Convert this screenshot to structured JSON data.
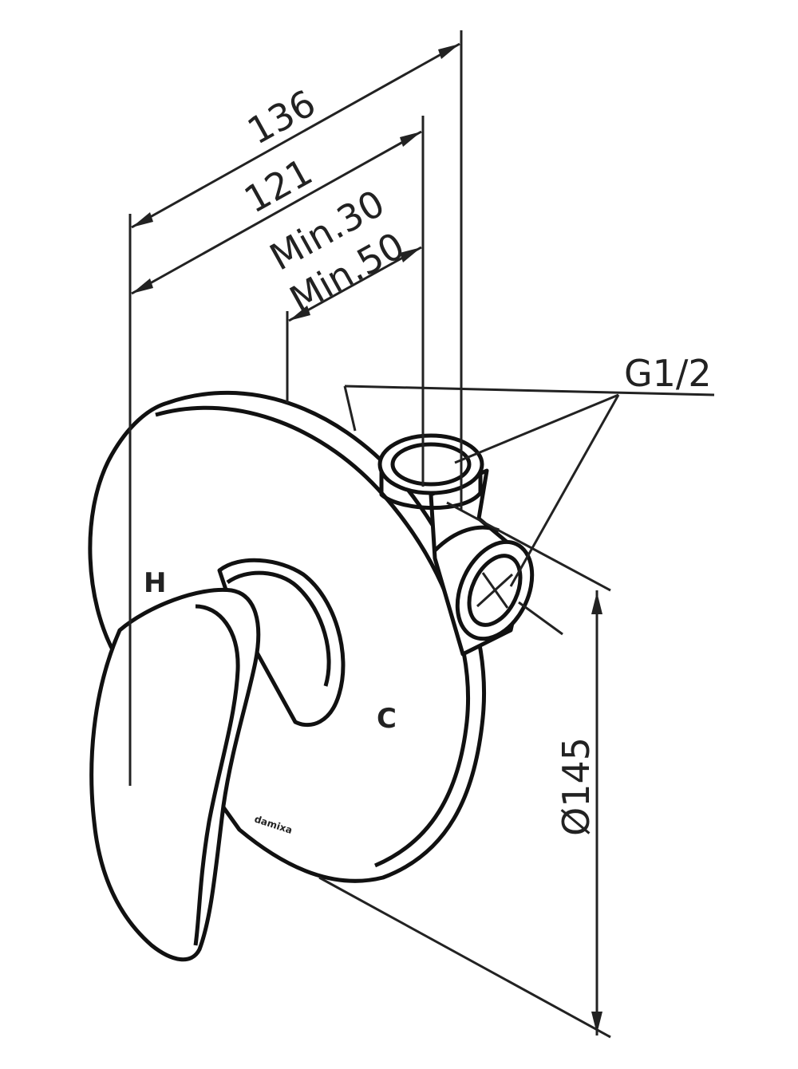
{
  "dimensions": {
    "overall_depth": "136",
    "body_depth": "121",
    "min_depth_1": "Min.30",
    "min_depth_2": "Min.50",
    "thread": "G1/2",
    "plate_diameter": "Ø145"
  },
  "markings": {
    "hot": "H",
    "cold": "C",
    "brand": "damixa"
  },
  "colors": {
    "line": "#222222",
    "background": "#ffffff"
  }
}
